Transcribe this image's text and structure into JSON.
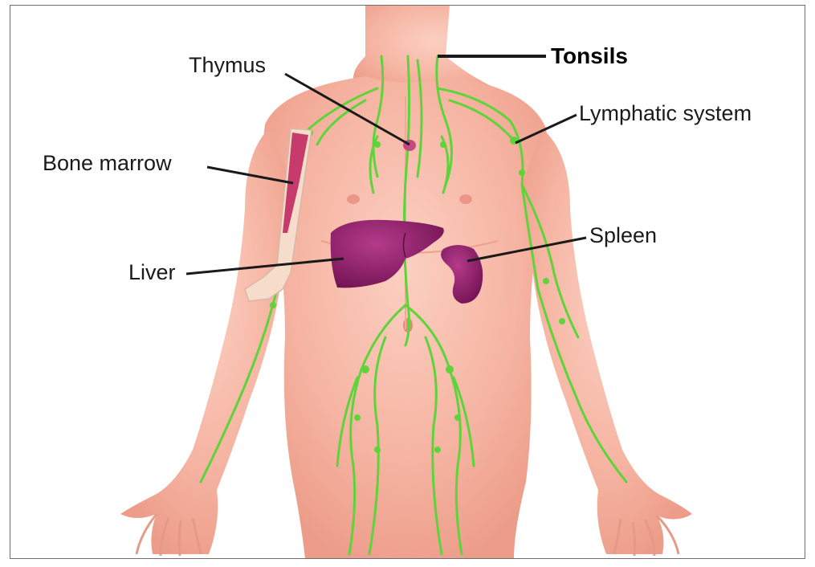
{
  "labels": {
    "thymus": "Thymus",
    "tonsils": "Tonsils",
    "lymphatic_system": "Lymphatic system",
    "bone_marrow": "Bone marrow",
    "liver": "Liver",
    "spleen": "Spleen"
  },
  "colors": {
    "skin": "#f7b5a4",
    "skin_shadow": "#eb9787",
    "lymph": "#5fd43a",
    "organ": "#8e1f6a",
    "organ_dark": "#6b1350",
    "bone": "#f5dccb",
    "bone_marrow": "#c73b6c",
    "leader_line": "#1a1a1a"
  }
}
